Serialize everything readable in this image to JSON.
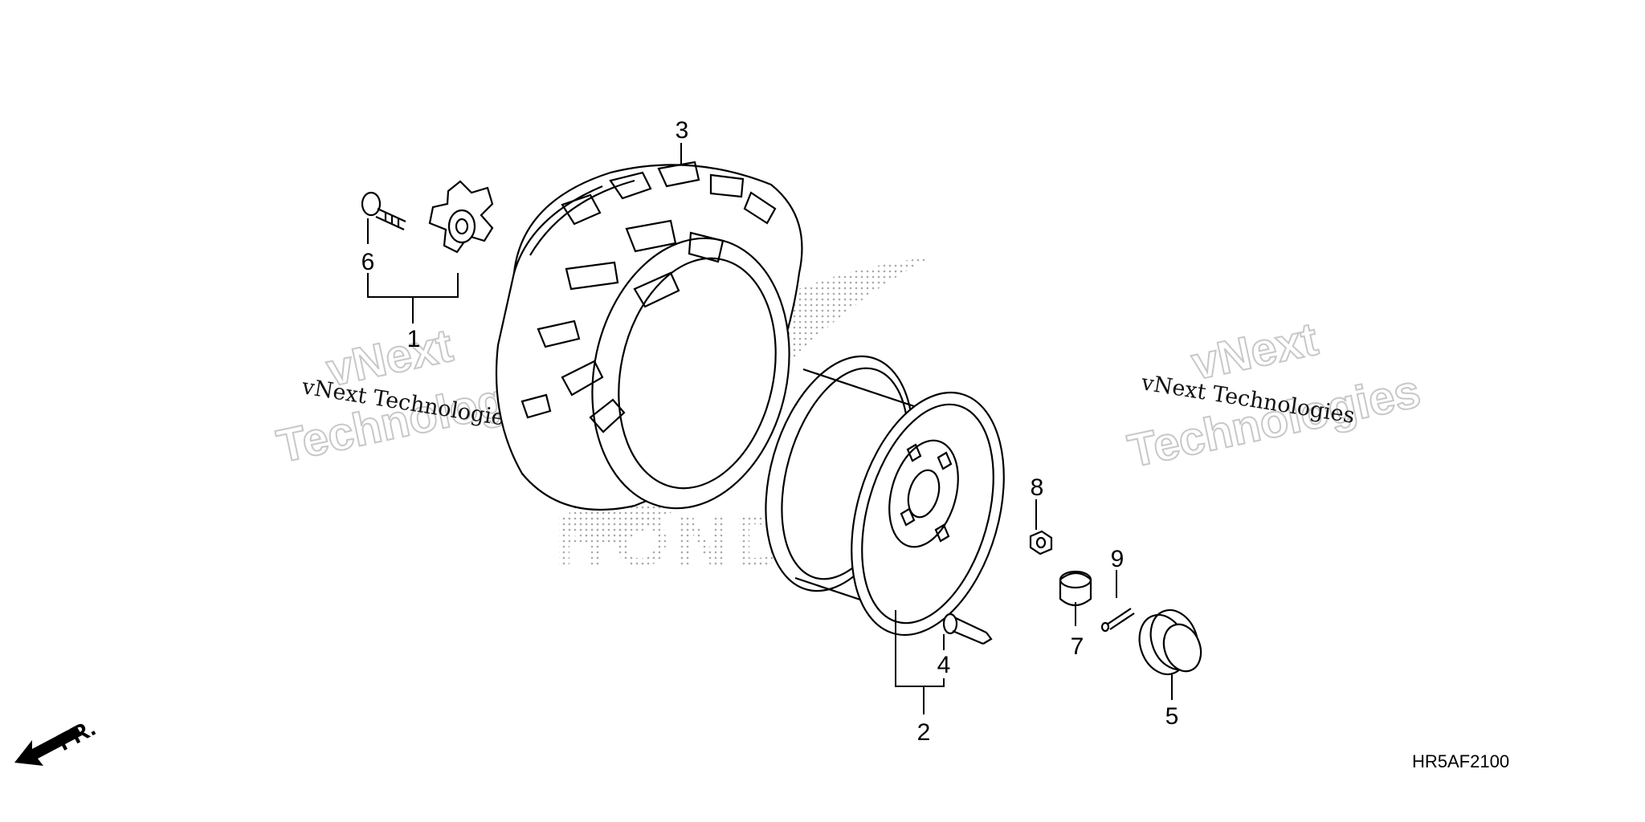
{
  "diagram": {
    "reference_code": "HR5AF2100",
    "front_indicator": "FR.",
    "watermark_brand": "HONDA",
    "watermarks": [
      {
        "line1": "vNext",
        "line2": "Technologies",
        "caption": "vNext Technologies"
      },
      {
        "line1": "vNext",
        "line2": "Technologies",
        "caption": "vNext Technologies"
      }
    ],
    "callouts": [
      "1",
      "2",
      "3",
      "4",
      "5",
      "6",
      "7",
      "8",
      "9"
    ]
  }
}
